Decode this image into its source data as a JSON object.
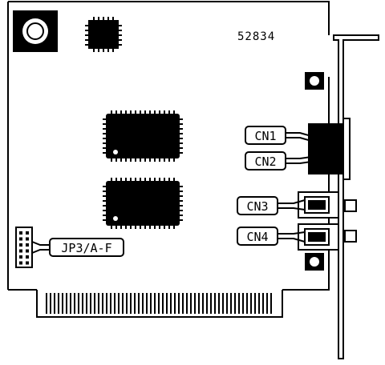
{
  "board": {
    "part_number": "52834",
    "labels": {
      "cn1": "CN1",
      "cn2": "CN2",
      "cn3": "CN3",
      "cn4": "CN4",
      "jp3": "JP3/A-F"
    }
  },
  "colors": {
    "ink": "#000000",
    "paper": "#ffffff"
  }
}
